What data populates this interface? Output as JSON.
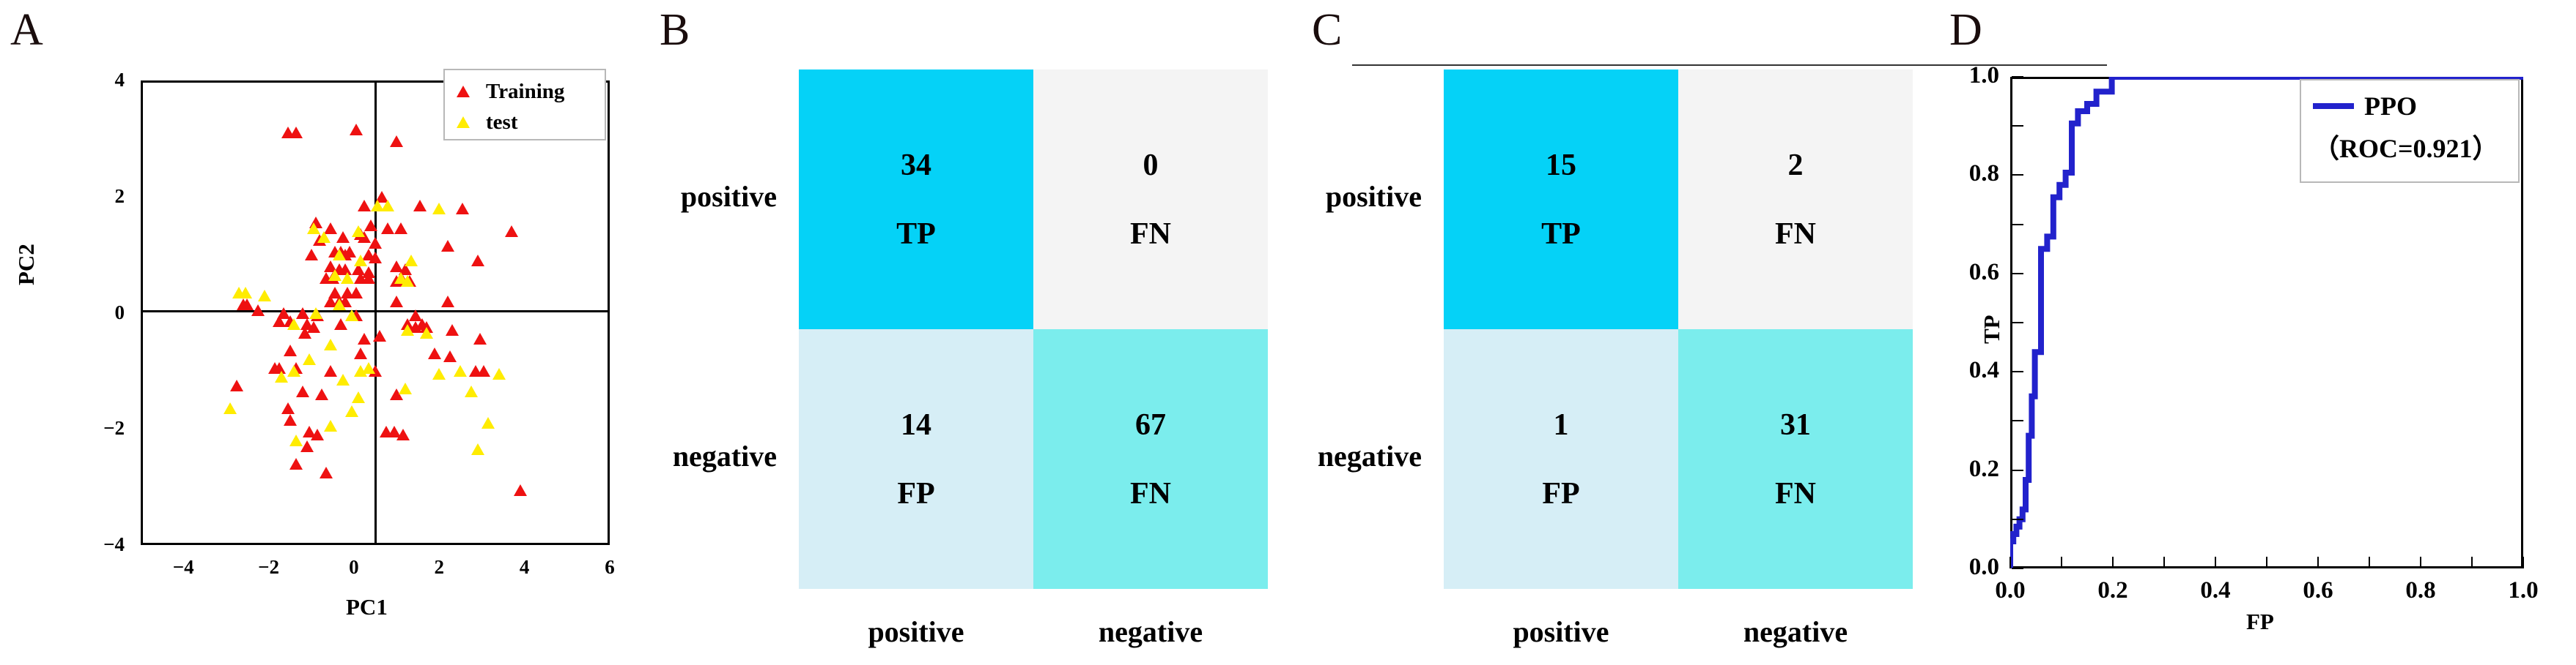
{
  "panels": {
    "a": {
      "letter": "A",
      "xlabel": "PC1",
      "ylabel": "PC2",
      "legend": [
        {
          "label": "Training",
          "color": "#ee1111",
          "marker": "triangle"
        },
        {
          "label": "test",
          "color": "#ffec00",
          "marker": "triangle"
        }
      ]
    },
    "b": {
      "letter": "B",
      "row_labels": [
        "positive",
        "negative"
      ],
      "col_labels": [
        "positive",
        "negative"
      ],
      "cells": [
        [
          {
            "value": "34",
            "label": "TP",
            "color": "#05d2f7"
          },
          {
            "value": "0",
            "label": "FN",
            "color": "#f4f4f4"
          }
        ],
        [
          {
            "value": "14",
            "label": "FP",
            "color": "#d6eef6"
          },
          {
            "value": "67",
            "label": "FN",
            "color": "#7beded"
          }
        ]
      ]
    },
    "c": {
      "letter": "C",
      "row_labels": [
        "positive",
        "negative"
      ],
      "col_labels": [
        "positive",
        "negative"
      ],
      "cells": [
        [
          {
            "value": "15",
            "label": "TP",
            "color": "#05d2f7"
          },
          {
            "value": "2",
            "label": "FN",
            "color": "#f4f4f4"
          }
        ],
        [
          {
            "value": "1",
            "label": "FP",
            "color": "#d6eef6"
          },
          {
            "value": "31",
            "label": "FN",
            "color": "#7beded"
          }
        ]
      ]
    },
    "d": {
      "letter": "D",
      "xlabel": "FP",
      "ylabel": "TP",
      "legend_name": "PPO",
      "legend_roc": "（ROC=0.921）",
      "line_color": "#2222cc"
    }
  },
  "chart_data": [
    {
      "type": "scatter",
      "panel": "A",
      "title": "",
      "xlabel": "PC1",
      "ylabel": "PC2",
      "xlim": [
        -5,
        6
      ],
      "xticks": [
        -4,
        -2,
        0,
        2,
        4,
        6
      ],
      "ylim": [
        -4,
        4
      ],
      "yticks": [
        -4,
        -2,
        0,
        2,
        4
      ],
      "grid": false,
      "legend_position": "top-right",
      "series": [
        {
          "name": "Training",
          "color": "#ee1111",
          "marker": "triangle",
          "points": [
            [
              -1.55,
              3.1
            ],
            [
              -1.35,
              3.1
            ],
            [
              0.05,
              3.15
            ],
            [
              1.0,
              2.95
            ],
            [
              0.65,
              2.0
            ],
            [
              0.25,
              1.85
            ],
            [
              1.55,
              1.85
            ],
            [
              2.55,
              1.8
            ],
            [
              -0.9,
              1.55
            ],
            [
              -0.55,
              1.45
            ],
            [
              0.4,
              1.5
            ],
            [
              0.8,
              1.45
            ],
            [
              1.1,
              1.45
            ],
            [
              3.7,
              1.4
            ],
            [
              -0.8,
              1.25
            ],
            [
              -0.25,
              1.3
            ],
            [
              0.15,
              1.35
            ],
            [
              0.25,
              1.3
            ],
            [
              0.5,
              1.2
            ],
            [
              2.2,
              1.15
            ],
            [
              -1.0,
              1.0
            ],
            [
              -0.45,
              1.05
            ],
            [
              -0.3,
              1.05
            ],
            [
              -0.2,
              1.0
            ],
            [
              -0.1,
              1.05
            ],
            [
              0.35,
              1.0
            ],
            [
              0.5,
              0.95
            ],
            [
              2.9,
              0.9
            ],
            [
              -0.55,
              0.8
            ],
            [
              -0.35,
              0.75
            ],
            [
              -0.2,
              0.75
            ],
            [
              0.1,
              0.75
            ],
            [
              0.35,
              0.7
            ],
            [
              1.0,
              0.8
            ],
            [
              1.2,
              0.75
            ],
            [
              -0.65,
              0.6
            ],
            [
              -0.5,
              0.6
            ],
            [
              0.15,
              0.6
            ],
            [
              0.35,
              0.6
            ],
            [
              1.0,
              0.55
            ],
            [
              1.15,
              0.55
            ],
            [
              1.3,
              0.55
            ],
            [
              -0.45,
              0.35
            ],
            [
              -0.15,
              0.35
            ],
            [
              0.05,
              0.35
            ],
            [
              -0.55,
              0.2
            ],
            [
              -0.35,
              0.2
            ],
            [
              -0.2,
              0.2
            ],
            [
              1.0,
              0.2
            ],
            [
              2.2,
              0.2
            ],
            [
              -2.6,
              0.15
            ],
            [
              -2.5,
              0.15
            ],
            [
              -2.25,
              0.05
            ],
            [
              -1.65,
              0.0
            ],
            [
              -1.2,
              0.0
            ],
            [
              -0.85,
              -0.05
            ],
            [
              0.05,
              -0.05
            ],
            [
              1.45,
              -0.05
            ],
            [
              -1.75,
              -0.15
            ],
            [
              -1.5,
              -0.15
            ],
            [
              -1.1,
              -0.2
            ],
            [
              -0.95,
              -0.25
            ],
            [
              -0.3,
              -0.2
            ],
            [
              1.25,
              -0.2
            ],
            [
              1.45,
              -0.25
            ],
            [
              1.6,
              -0.2
            ],
            [
              1.7,
              -0.25
            ],
            [
              2.3,
              -0.3
            ],
            [
              -1.15,
              -0.35
            ],
            [
              0.25,
              -0.45
            ],
            [
              0.6,
              -0.4
            ],
            [
              2.95,
              -0.45
            ],
            [
              -1.5,
              -0.65
            ],
            [
              0.15,
              -0.7
            ],
            [
              1.9,
              -0.7
            ],
            [
              2.25,
              -0.75
            ],
            [
              -1.85,
              -0.95
            ],
            [
              -1.75,
              -0.95
            ],
            [
              -1.35,
              -0.95
            ],
            [
              -0.55,
              -1.0
            ],
            [
              0.5,
              -1.0
            ],
            [
              2.85,
              -1.0
            ],
            [
              3.05,
              -1.0
            ],
            [
              -2.75,
              -1.25
            ],
            [
              -1.2,
              -1.35
            ],
            [
              -0.75,
              -1.4
            ],
            [
              1.0,
              -1.4
            ],
            [
              -1.55,
              -1.65
            ],
            [
              -1.5,
              -1.85
            ],
            [
              -1.05,
              -2.05
            ],
            [
              -0.85,
              -2.1
            ],
            [
              0.75,
              -2.05
            ],
            [
              0.95,
              -2.05
            ],
            [
              1.15,
              -2.1
            ],
            [
              -1.1,
              -2.3
            ],
            [
              -1.35,
              -2.6
            ],
            [
              -0.65,
              -2.75
            ],
            [
              3.9,
              -3.05
            ]
          ]
        },
        {
          "name": "test",
          "color": "#ffec00",
          "marker": "triangle",
          "points": [
            [
              0.55,
              1.85
            ],
            [
              0.8,
              1.85
            ],
            [
              2.0,
              1.8
            ],
            [
              -0.95,
              1.45
            ],
            [
              -0.7,
              1.3
            ],
            [
              0.1,
              1.4
            ],
            [
              -0.35,
              1.0
            ],
            [
              0.15,
              0.9
            ],
            [
              1.35,
              0.9
            ],
            [
              -0.45,
              0.65
            ],
            [
              -0.15,
              0.6
            ],
            [
              1.1,
              0.6
            ],
            [
              1.25,
              0.55
            ],
            [
              -2.7,
              0.35
            ],
            [
              -2.55,
              0.35
            ],
            [
              -2.1,
              0.3
            ],
            [
              -0.35,
              0.15
            ],
            [
              -0.9,
              0.0
            ],
            [
              -0.05,
              -0.05
            ],
            [
              -1.4,
              -0.2
            ],
            [
              1.25,
              -0.3
            ],
            [
              1.7,
              -0.35
            ],
            [
              -0.55,
              -0.55
            ],
            [
              -1.05,
              -0.8
            ],
            [
              -1.4,
              -1.0
            ],
            [
              0.15,
              -1.0
            ],
            [
              0.35,
              -0.95
            ],
            [
              -1.7,
              -1.1
            ],
            [
              -0.25,
              -1.15
            ],
            [
              2.0,
              -1.05
            ],
            [
              2.5,
              -1.0
            ],
            [
              3.4,
              -1.05
            ],
            [
              1.2,
              -1.3
            ],
            [
              2.75,
              -1.35
            ],
            [
              0.1,
              -1.45
            ],
            [
              -2.9,
              -1.65
            ],
            [
              -0.05,
              -1.7
            ],
            [
              -0.55,
              -1.95
            ],
            [
              3.15,
              -1.9
            ],
            [
              -1.35,
              -2.2
            ],
            [
              2.9,
              -2.35
            ]
          ]
        }
      ]
    },
    {
      "type": "table",
      "panel": "B",
      "title": "",
      "row_labels": [
        "positive",
        "negative"
      ],
      "col_labels": [
        "positive",
        "negative"
      ],
      "values": [
        [
          34,
          0
        ],
        [
          14,
          67
        ]
      ],
      "cell_labels": [
        [
          "TP",
          "FN"
        ],
        [
          "FP",
          "FN"
        ]
      ]
    },
    {
      "type": "table",
      "panel": "C",
      "title": "",
      "row_labels": [
        "positive",
        "negative"
      ],
      "col_labels": [
        "positive",
        "negative"
      ],
      "values": [
        [
          15,
          2
        ],
        [
          1,
          31
        ]
      ],
      "cell_labels": [
        [
          "TP",
          "FN"
        ],
        [
          "FP",
          "FN"
        ]
      ]
    },
    {
      "type": "line",
      "panel": "D",
      "title": "",
      "xlabel": "FP",
      "ylabel": "TP",
      "xlim": [
        0,
        1
      ],
      "xticks": [
        0.0,
        0.2,
        0.4,
        0.6,
        0.8,
        1.0
      ],
      "ylim": [
        0,
        1
      ],
      "yticks": [
        0.0,
        0.2,
        0.4,
        0.6,
        0.8,
        1.0
      ],
      "grid": false,
      "legend_position": "top-right",
      "auc": 0.921,
      "series": [
        {
          "name": "PPO",
          "color": "#2222cc",
          "x": [
            0.0,
            0.0,
            0.006,
            0.006,
            0.012,
            0.012,
            0.018,
            0.018,
            0.024,
            0.024,
            0.03,
            0.03,
            0.036,
            0.036,
            0.042,
            0.042,
            0.048,
            0.048,
            0.06,
            0.06,
            0.072,
            0.072,
            0.084,
            0.084,
            0.096,
            0.096,
            0.108,
            0.108,
            0.12,
            0.12,
            0.132,
            0.132,
            0.15,
            0.15,
            0.168,
            0.168,
            0.198,
            0.198,
            1.0
          ],
          "y": [
            0.0,
            0.055,
            0.055,
            0.07,
            0.07,
            0.085,
            0.085,
            0.1,
            0.1,
            0.12,
            0.12,
            0.18,
            0.18,
            0.27,
            0.27,
            0.35,
            0.35,
            0.44,
            0.44,
            0.65,
            0.65,
            0.675,
            0.675,
            0.755,
            0.755,
            0.78,
            0.78,
            0.805,
            0.805,
            0.905,
            0.905,
            0.93,
            0.93,
            0.945,
            0.945,
            0.97,
            0.97,
            1.0,
            1.0
          ]
        }
      ]
    }
  ]
}
